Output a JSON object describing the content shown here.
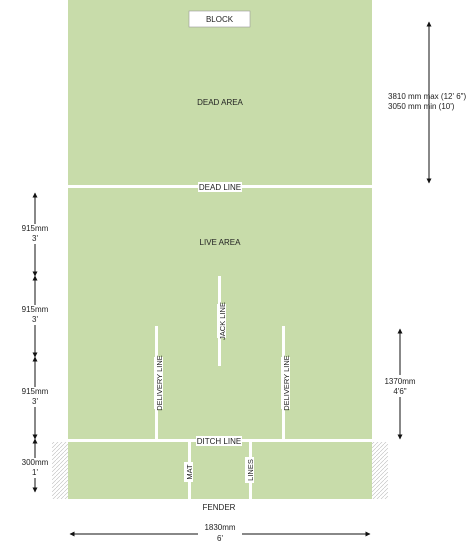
{
  "colors": {
    "rink": "#c8dcaa",
    "line": "#ffffff",
    "text": "#222222",
    "dimension": "#111111"
  },
  "icons": {
    "dimension_arrow": "double-headed-arrow-icon"
  },
  "areas": {
    "block": "BLOCK",
    "dead_area": "DEAD AREA",
    "live_area": "LIVE AREA",
    "fender": "FENDER"
  },
  "lines": {
    "dead_line": "DEAD LINE",
    "ditch_line": "DITCH LINE",
    "jack_line": "JACK LINE",
    "delivery_line_left": "DELIVERY LINE",
    "delivery_line_right": "DELIVERY LINE",
    "mat": "MAT",
    "lines": "LINES"
  },
  "dimensions": {
    "dead_area_max": "3810 mm   max (12' 6\")",
    "dead_area_min": "3050 mm   min (10')",
    "seg1_mm": "915mm",
    "seg1_ft": "3'",
    "seg2_mm": "915mm",
    "seg2_ft": "3'",
    "seg3_mm": "915mm",
    "seg3_ft": "3'",
    "seg4_mm": "300mm",
    "seg4_ft": "1'",
    "delivery_mm": "1370mm",
    "delivery_ft": "4'6\"",
    "width_mm": "1830mm",
    "width_ft": "6'"
  }
}
